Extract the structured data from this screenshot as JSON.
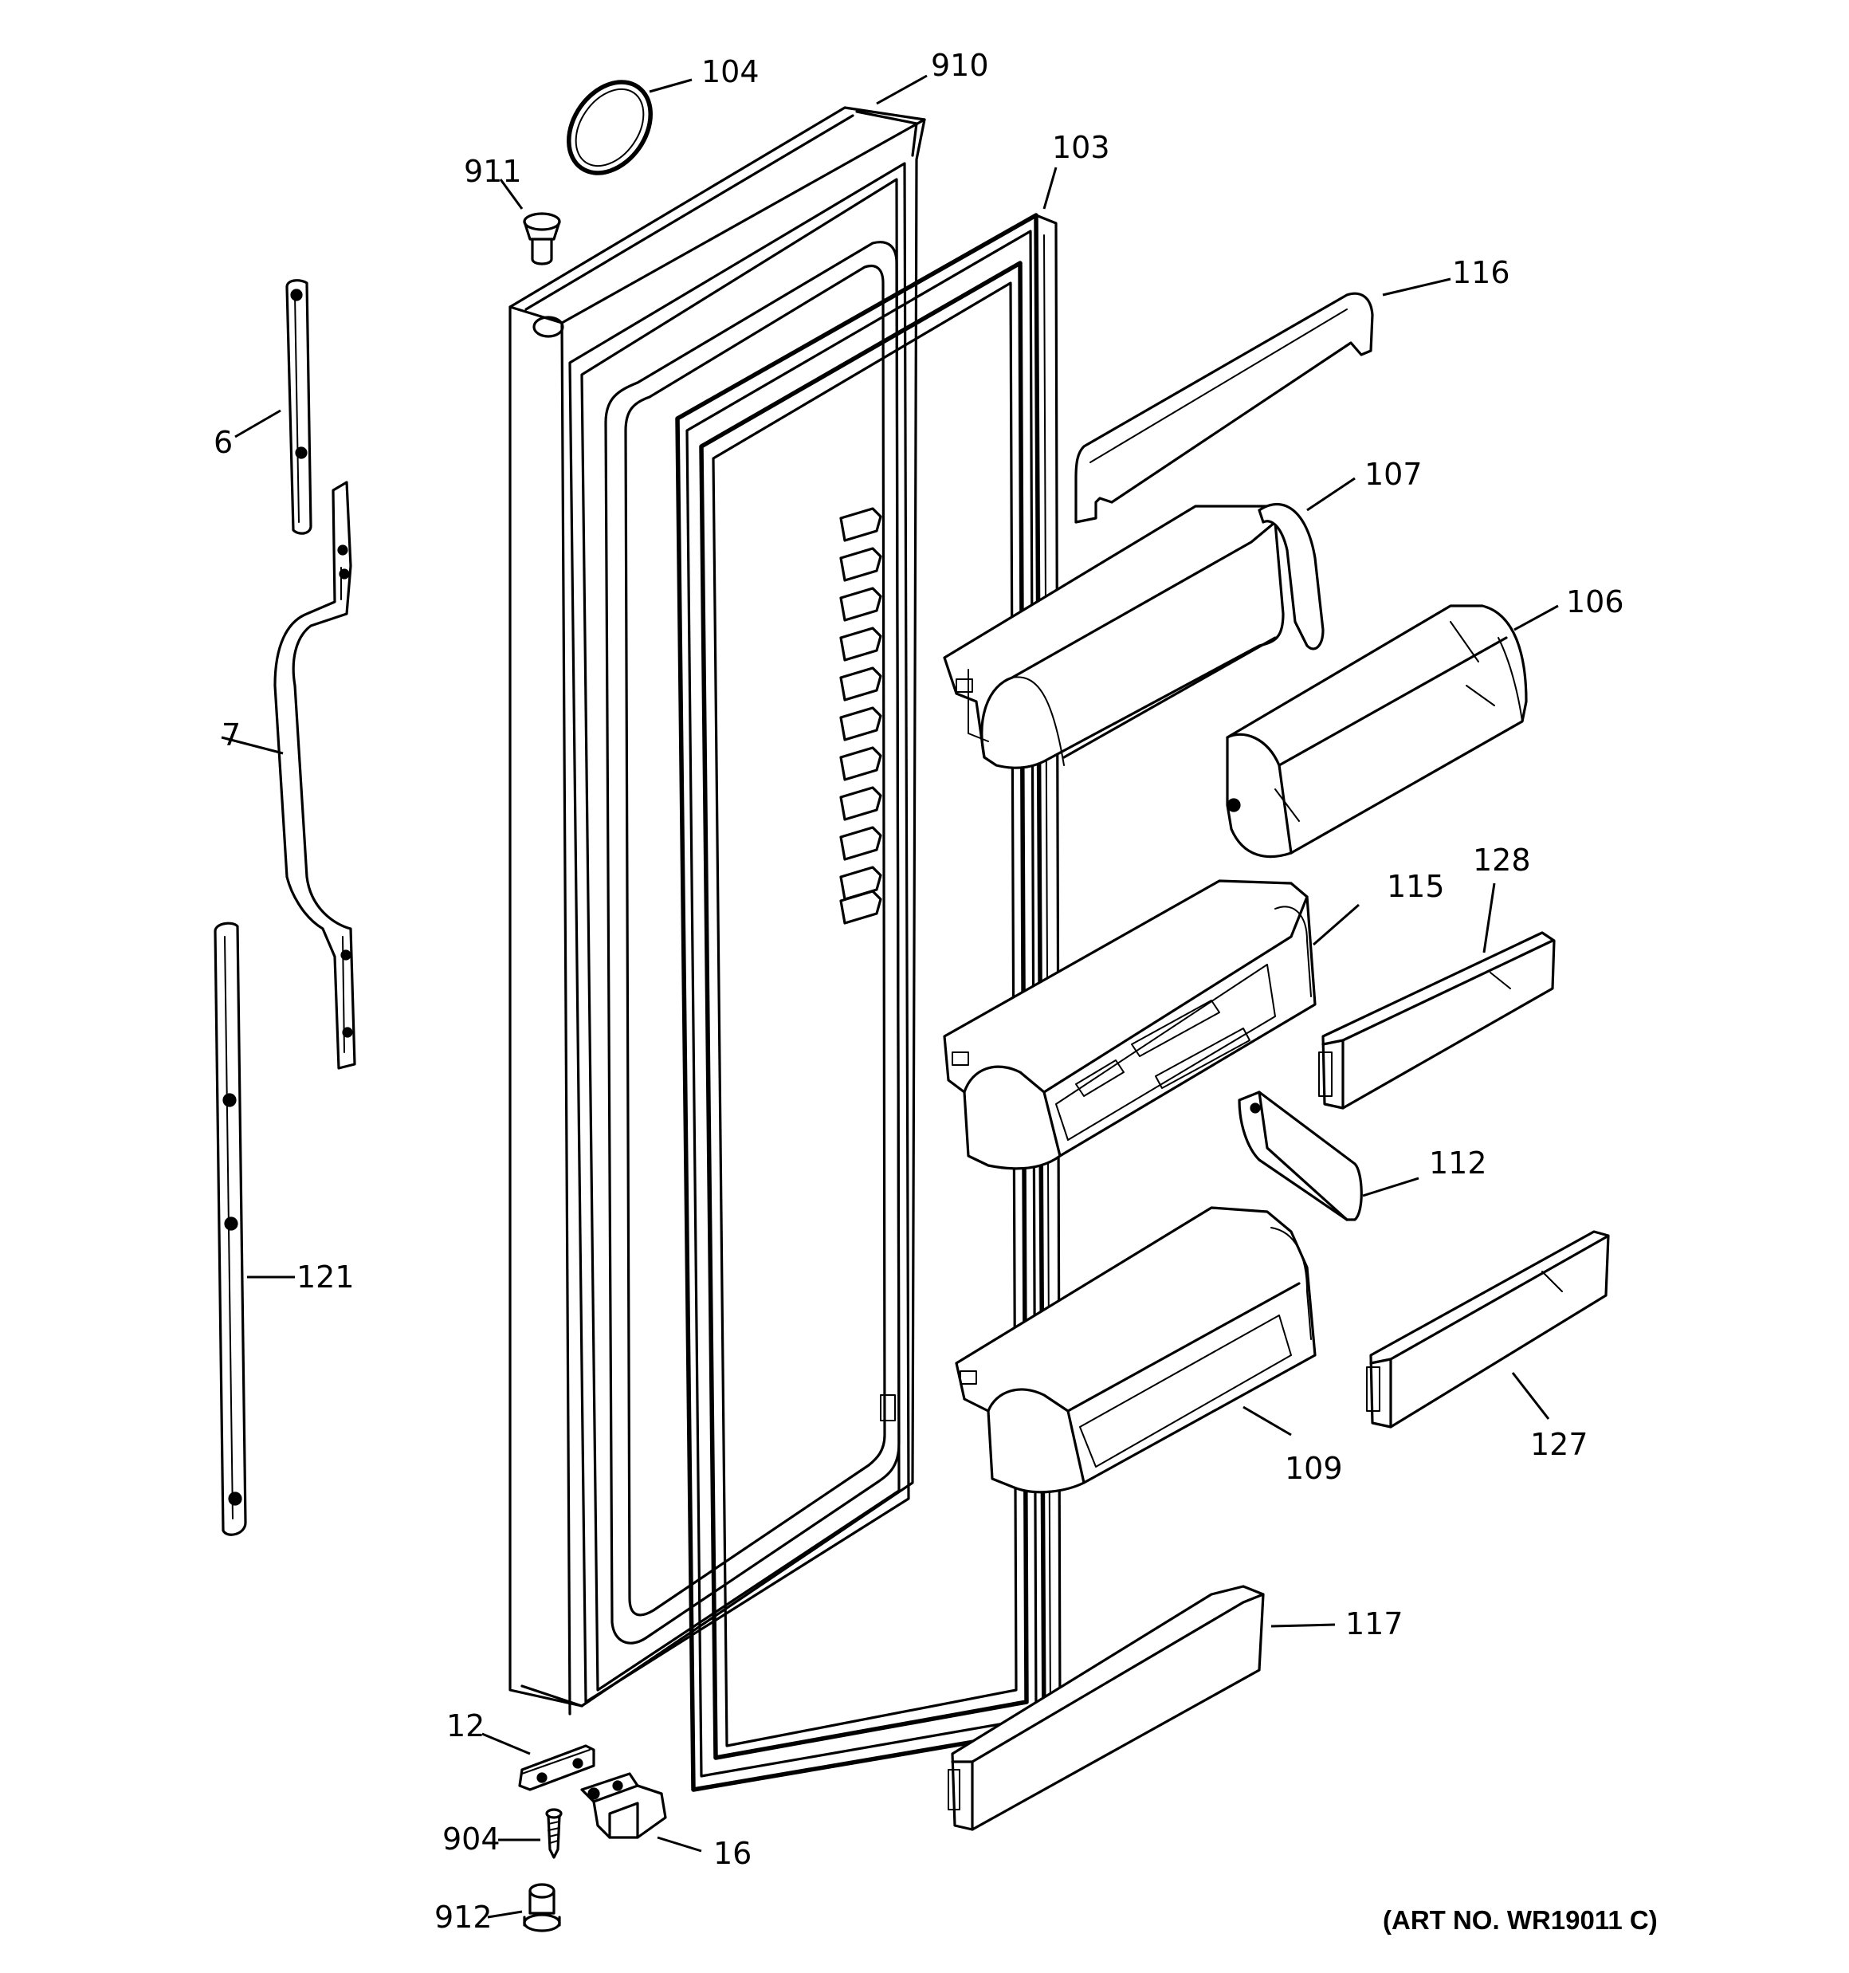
{
  "callouts": {
    "c104": "104",
    "c910": "910",
    "c911": "911",
    "c103": "103",
    "c116": "116",
    "c6": "6",
    "c107": "107",
    "c106": "106",
    "c7": "7",
    "c128": "128",
    "c115": "115",
    "c112": "112",
    "c121": "121",
    "c127": "127",
    "c109": "109",
    "c117": "117",
    "c12": "12",
    "c904": "904",
    "c16": "16",
    "c912": "912"
  },
  "art_number": "(ART NO. WR19011 C)"
}
